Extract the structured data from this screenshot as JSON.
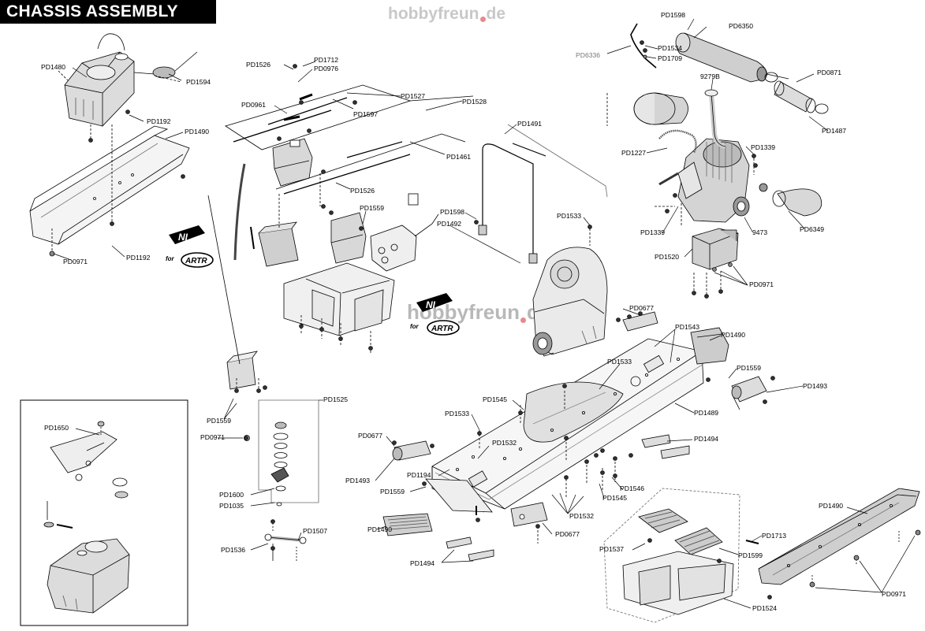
{
  "title": "CHASSIS ASSEMBLY",
  "watermark": {
    "left": "hobbyfreun",
    "right": "de"
  },
  "logo": {
    "badge": "NI",
    "for": "for",
    "brand": "ARTR"
  },
  "labels": {
    "pd1480": "PD1480",
    "pd1594": "PD1594",
    "pd1192a": "PD1192",
    "pd1490a": "PD1490",
    "pd0971a": "PD0971",
    "pd1192b": "PD1192",
    "pd1526a": "PD1526",
    "pd1712": "PD1712",
    "pd0976": "PD0976",
    "pd0961": "PD0961",
    "pd1527": "PD1527",
    "pd1597": "PD1597",
    "pd1528": "PD1528",
    "pd1461": "PD1461",
    "pd1526b": "PD1526",
    "pd1559a": "PD1559",
    "pd1491": "PD1491",
    "pd1598a": "PD1598",
    "pd1492": "PD1492",
    "pd1533a": "PD1533",
    "pd1598b": "PD1598",
    "pd6350": "PD6350",
    "pd6336": "PD6336",
    "pd1534": "PD1534",
    "pd1709": "PD1709",
    "n9279b": "9279B",
    "pd0871": "PD0871",
    "pd1487": "PD1487",
    "pd1227": "PD1227",
    "pd1339a": "PD1339",
    "pd1339b": "PD1339",
    "n9473": "9473",
    "pd6349": "PD6349",
    "pd1520": "PD1520",
    "pd0971b": "PD0971",
    "pd0677a": "PD0677",
    "pd1543": "PD1543",
    "pd1490b": "PD1490",
    "pd1533b": "PD1533",
    "pd1559b": "PD1559",
    "pd1493a": "PD1493",
    "pd1489": "PD1489",
    "pd1545a": "PD1545",
    "pd1533c": "PD1533",
    "pd1494a": "PD1494",
    "pd1559c": "PD1559",
    "pd1525": "PD1525",
    "pd0971c": "PD0971",
    "pd1600": "PD1600",
    "pd1035": "PD1035",
    "pd1507": "PD1507",
    "pd1536": "PD1536",
    "pd0677b": "PD0677",
    "pd1532a": "PD1532",
    "pd1493b": "PD1493",
    "pd1194": "PD1194",
    "pd1559d": "PD1559",
    "pd1546": "PD1546",
    "pd1545b": "PD1545",
    "pd1532b": "PD1532",
    "pd1490c": "PD1490",
    "pd0677c": "PD0677",
    "pd1494b": "PD1494",
    "pd1650": "PD1650",
    "pd1537": "PD1537",
    "pd1713": "PD1713",
    "pd1599": "PD1599",
    "pd1524": "PD1524",
    "pd1490d": "PD1490",
    "pd0971d": "PD0971"
  }
}
